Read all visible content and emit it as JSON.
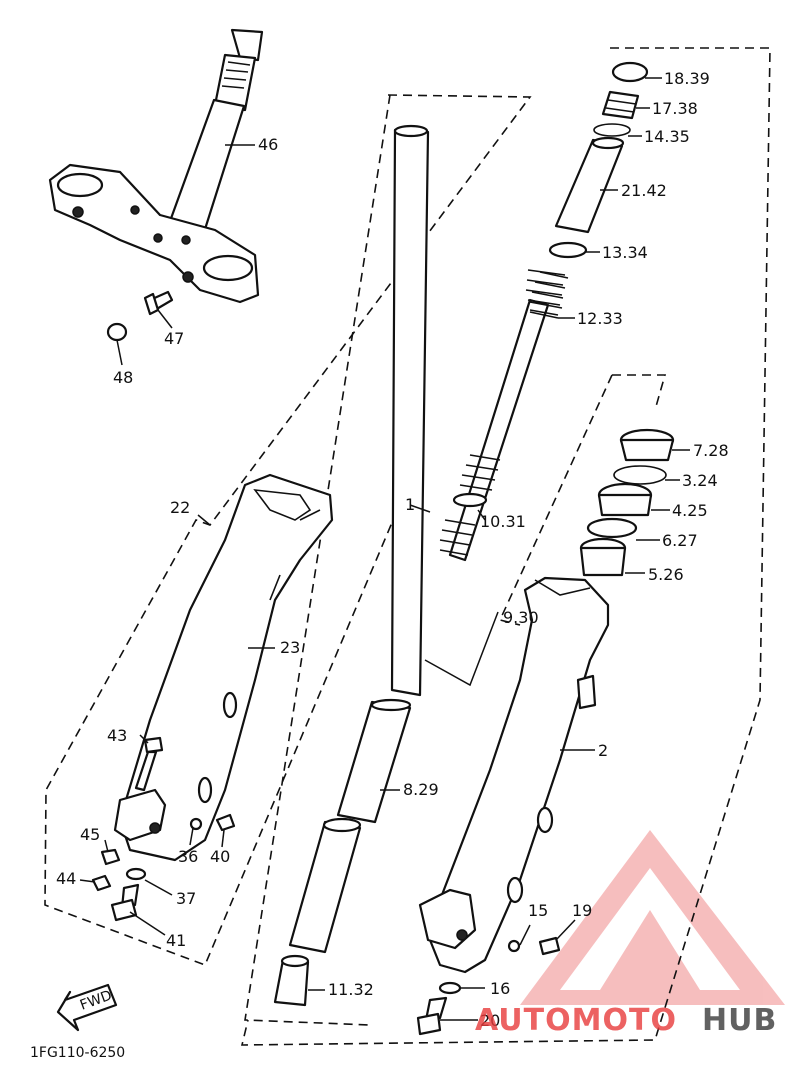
{
  "diagram_code": "1FG110-6250",
  "fwd_label": "FWD",
  "watermark": {
    "text_light": "AUTOMOTO",
    "text_dark": "HUB",
    "light_color": "#e83b3b",
    "dark_color": "#3a3a3a"
  },
  "callouts": {
    "c46": "46",
    "c47": "47",
    "c48": "48",
    "c22": "22",
    "c23": "23",
    "c43": "43",
    "c45": "45",
    "c36": "36",
    "c40": "40",
    "c44": "44",
    "c37": "37",
    "c41": "41",
    "c1": "1",
    "c9_30": "9.30",
    "c10_31": "10.31",
    "c8_29": "8.29",
    "c11_32": "11.32",
    "c18_39": "18.39",
    "c17_38": "17.38",
    "c14_35": "14.35",
    "c21_42": "21.42",
    "c13_34": "13.34",
    "c12_33": "12.33",
    "c7_28": "7.28",
    "c3_24": "3.24",
    "c4_25": "4.25",
    "c6_27": "6.27",
    "c5_26": "5.26",
    "c2": "2",
    "c15": "15",
    "c19": "19",
    "c16": "16",
    "c20": "20"
  }
}
